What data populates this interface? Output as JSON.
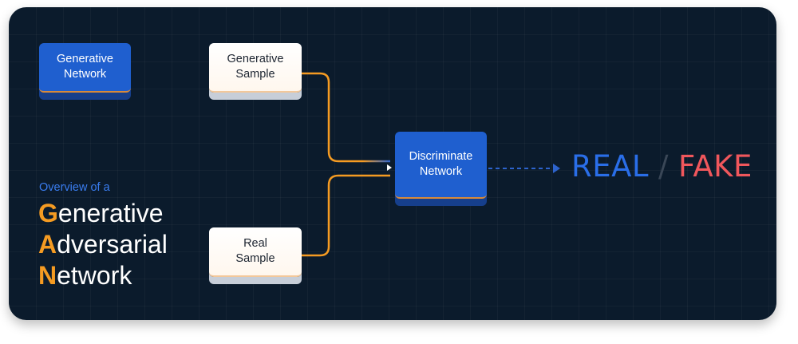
{
  "diagram": {
    "nodes": {
      "generative_network": "Generative\nNetwork",
      "generative_sample": "Generative\nSample",
      "real_sample": "Real\nSample",
      "discriminate_network": "Discriminate\nNetwork"
    },
    "result": {
      "real": "REAL",
      "separator": "/",
      "fake": "FAKE"
    }
  },
  "caption": "Overview of a",
  "acronym": [
    {
      "first": "G",
      "rest": "enerative"
    },
    {
      "first": "A",
      "rest": "dversarial"
    },
    {
      "first": "N",
      "rest": "etwork"
    }
  ],
  "colors": {
    "background": "#0b1b2c",
    "blue_node": "#1f5fcf",
    "accent_orange": "#f59b22",
    "real": "#2a6ee8",
    "fake": "#f0575c"
  }
}
